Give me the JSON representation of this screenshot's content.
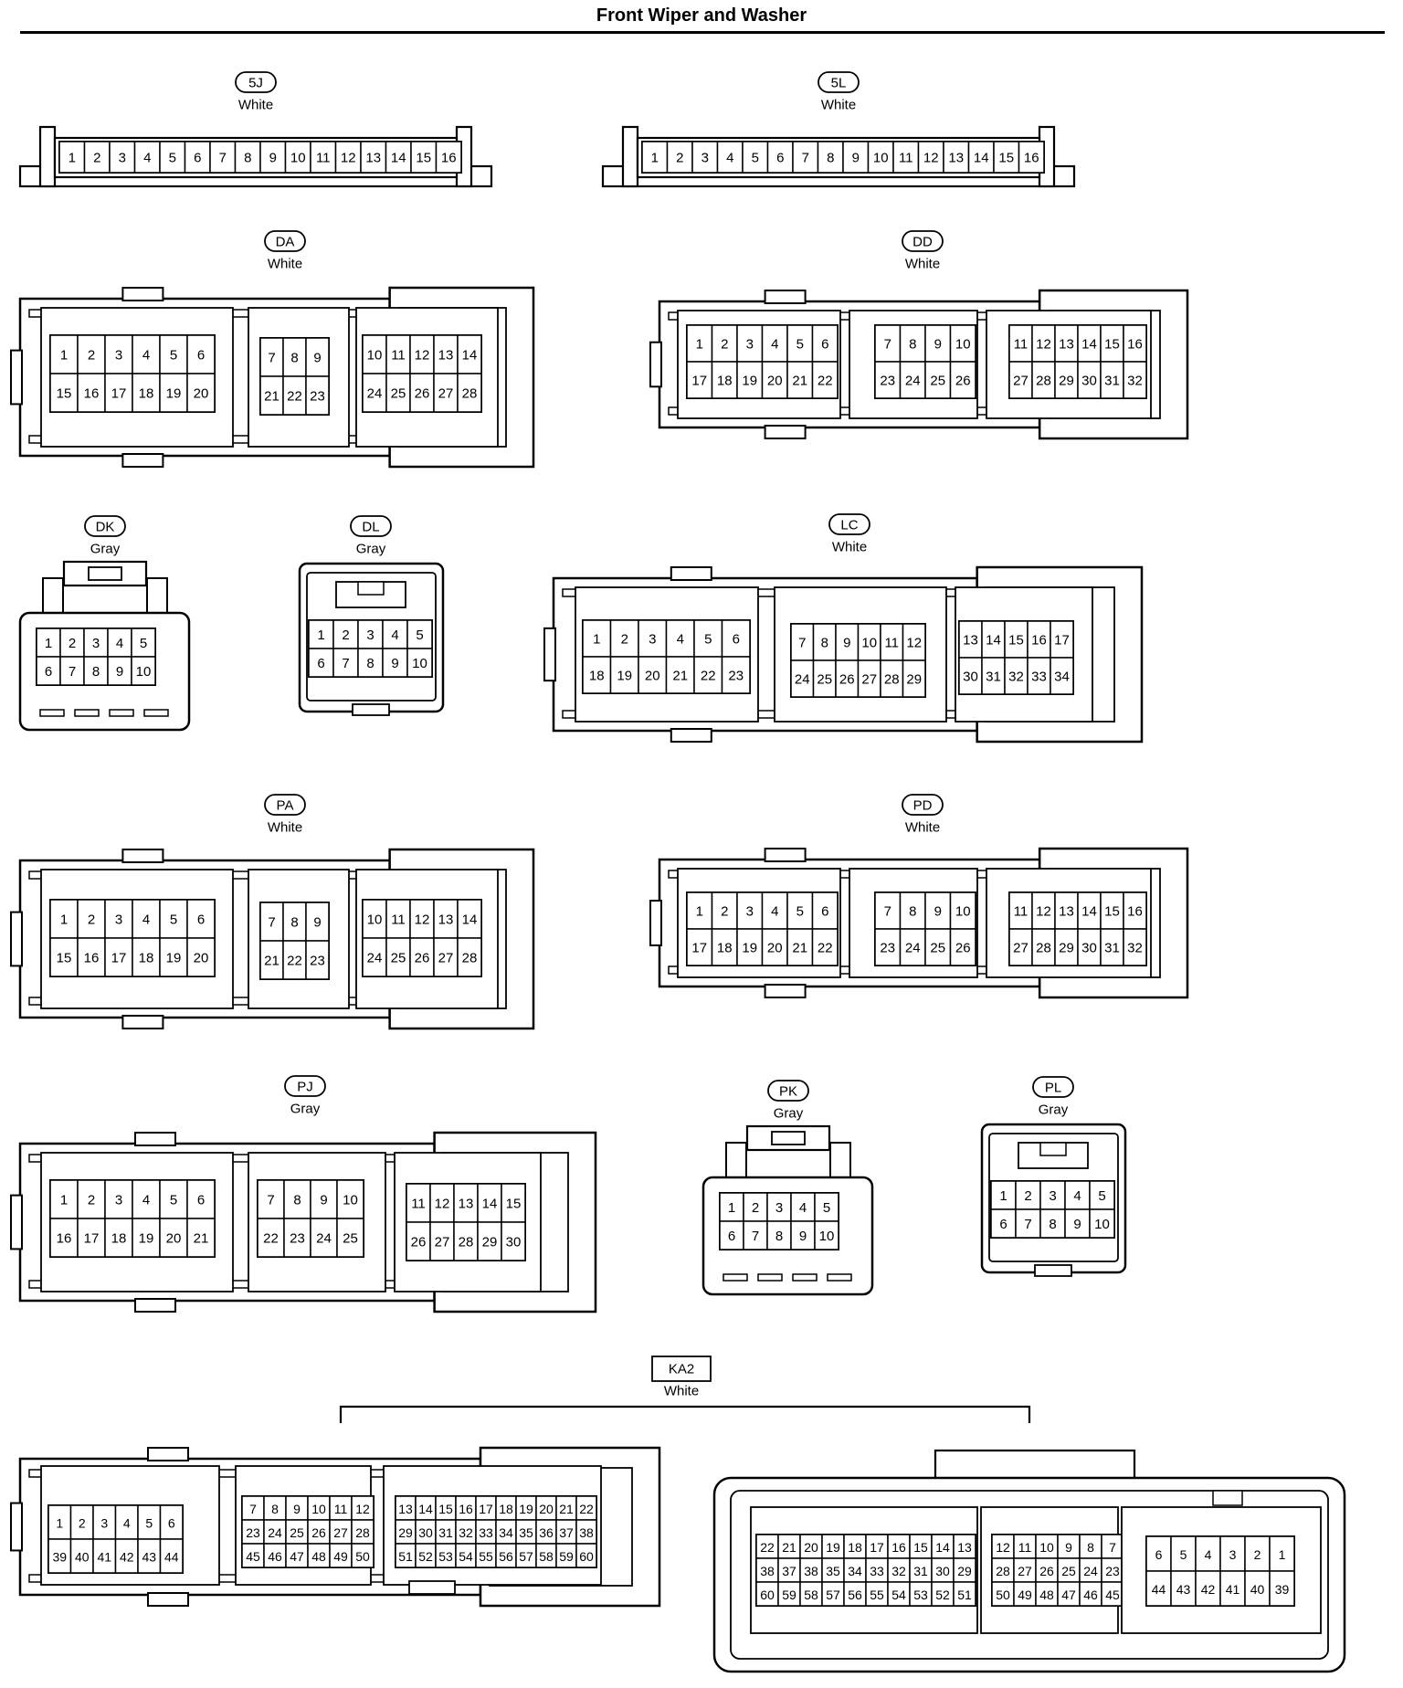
{
  "title": "Front Wiper and Washer",
  "connectors": [
    {
      "id": "5J",
      "color": "White",
      "type": "strip16",
      "terminals": [
        [
          1,
          2,
          3,
          4,
          5,
          6,
          7,
          8,
          9,
          10,
          11,
          12,
          13,
          14,
          15,
          16
        ]
      ]
    },
    {
      "id": "5L",
      "color": "White",
      "type": "strip16",
      "terminals": [
        [
          1,
          2,
          3,
          4,
          5,
          6,
          7,
          8,
          9,
          10,
          11,
          12,
          13,
          14,
          15,
          16
        ]
      ]
    },
    {
      "id": "DA",
      "color": "White",
      "type": "ecu28",
      "groups": [
        [
          [
            1,
            2,
            3,
            4,
            5,
            6
          ],
          [
            15,
            16,
            17,
            18,
            19,
            20
          ]
        ],
        [
          [
            7,
            8,
            9
          ],
          [
            21,
            22,
            23
          ]
        ],
        [
          [
            10,
            11,
            12,
            13,
            14
          ],
          [
            24,
            25,
            26,
            27,
            28
          ]
        ]
      ]
    },
    {
      "id": "DD",
      "color": "White",
      "type": "ecu32",
      "groups": [
        [
          [
            1,
            2,
            3,
            4,
            5,
            6
          ],
          [
            17,
            18,
            19,
            20,
            21,
            22
          ]
        ],
        [
          [
            7,
            8,
            9,
            10
          ],
          [
            23,
            24,
            25,
            26
          ]
        ],
        [
          [
            11,
            12,
            13,
            14,
            15,
            16
          ],
          [
            27,
            28,
            29,
            30,
            31,
            32
          ]
        ]
      ]
    },
    {
      "id": "DK",
      "color": "Gray",
      "type": "plug10",
      "terminals": [
        [
          1,
          2,
          3,
          4,
          5
        ],
        [
          6,
          7,
          8,
          9,
          10
        ]
      ]
    },
    {
      "id": "DL",
      "color": "Gray",
      "type": "socket10",
      "terminals": [
        [
          1,
          2,
          3,
          4,
          5
        ],
        [
          6,
          7,
          8,
          9,
          10
        ]
      ]
    },
    {
      "id": "LC",
      "color": "White",
      "type": "ecu34",
      "groups": [
        [
          [
            1,
            2,
            3,
            4,
            5,
            6
          ],
          [
            18,
            19,
            20,
            21,
            22,
            23
          ]
        ],
        [
          [
            7,
            8,
            9,
            10,
            11,
            12
          ],
          [
            24,
            25,
            26,
            27,
            28,
            29
          ]
        ],
        [
          [
            13,
            14,
            15,
            16,
            17
          ],
          [
            30,
            31,
            32,
            33,
            34
          ]
        ]
      ]
    },
    {
      "id": "PA",
      "color": "White",
      "type": "ecu28",
      "groups": [
        [
          [
            1,
            2,
            3,
            4,
            5,
            6
          ],
          [
            15,
            16,
            17,
            18,
            19,
            20
          ]
        ],
        [
          [
            7,
            8,
            9
          ],
          [
            21,
            22,
            23
          ]
        ],
        [
          [
            10,
            11,
            12,
            13,
            14
          ],
          [
            24,
            25,
            26,
            27,
            28
          ]
        ]
      ]
    },
    {
      "id": "PD",
      "color": "White",
      "type": "ecu32",
      "groups": [
        [
          [
            1,
            2,
            3,
            4,
            5,
            6
          ],
          [
            17,
            18,
            19,
            20,
            21,
            22
          ]
        ],
        [
          [
            7,
            8,
            9,
            10
          ],
          [
            23,
            24,
            25,
            26
          ]
        ],
        [
          [
            11,
            12,
            13,
            14,
            15,
            16
          ],
          [
            27,
            28,
            29,
            30,
            31,
            32
          ]
        ]
      ]
    },
    {
      "id": "PJ",
      "color": "Gray",
      "type": "ecu30",
      "groups": [
        [
          [
            1,
            2,
            3,
            4,
            5,
            6
          ],
          [
            16,
            17,
            18,
            19,
            20,
            21
          ]
        ],
        [
          [
            7,
            8,
            9,
            10
          ],
          [
            22,
            23,
            24,
            25
          ]
        ],
        [
          [
            11,
            12,
            13,
            14,
            15
          ],
          [
            26,
            27,
            28,
            29,
            30
          ]
        ]
      ]
    },
    {
      "id": "PK",
      "color": "Gray",
      "type": "plug10",
      "terminals": [
        [
          1,
          2,
          3,
          4,
          5
        ],
        [
          6,
          7,
          8,
          9,
          10
        ]
      ]
    },
    {
      "id": "PL",
      "color": "Gray",
      "type": "socket10",
      "terminals": [
        [
          1,
          2,
          3,
          4,
          5
        ],
        [
          6,
          7,
          8,
          9,
          10
        ]
      ]
    },
    {
      "id": "KA2",
      "color": "White",
      "type": "ecu60pair",
      "male_groups": [
        [
          [
            1,
            2,
            3,
            4,
            5,
            6
          ],
          [
            39,
            40,
            41,
            42,
            43,
            44
          ]
        ],
        [
          [
            7,
            8,
            9,
            10,
            11,
            12
          ],
          [
            23,
            24,
            25,
            26,
            27,
            28
          ],
          [
            45,
            46,
            47,
            48,
            49,
            50
          ]
        ],
        [
          [
            13,
            14,
            15,
            16,
            17,
            18,
            19,
            20,
            21,
            22
          ],
          [
            29,
            30,
            31,
            32,
            33,
            34,
            35,
            36,
            37,
            38
          ],
          [
            51,
            52,
            53,
            54,
            55,
            56,
            57,
            58,
            59,
            60
          ]
        ]
      ],
      "female_groups": [
        [
          [
            22,
            21,
            20,
            19,
            18,
            17,
            16,
            15,
            14,
            13
          ],
          [
            38,
            37,
            38,
            35,
            34,
            33,
            32,
            31,
            30,
            29
          ],
          [
            60,
            59,
            58,
            57,
            56,
            55,
            54,
            53,
            52,
            51
          ]
        ],
        [
          [
            12,
            11,
            10,
            9,
            8,
            7
          ],
          [
            28,
            27,
            26,
            25,
            24,
            23
          ],
          [
            50,
            49,
            48,
            47,
            46,
            45
          ]
        ],
        [
          [
            6,
            5,
            4,
            3,
            2,
            1
          ],
          [
            44,
            43,
            42,
            41,
            40,
            39
          ]
        ]
      ]
    }
  ]
}
